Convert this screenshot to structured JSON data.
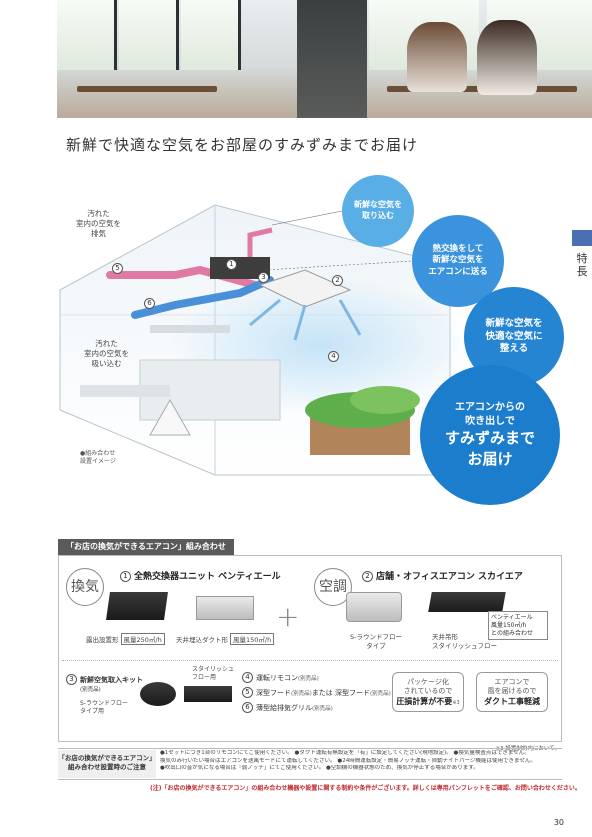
{
  "headline": "新鮮で快適な空気をお部屋のすみずみまでお届け",
  "side_tab": {
    "label": "特長",
    "color": "#4a6fb3"
  },
  "diagram": {
    "bubbles": {
      "b1": [
        "新鮮な空気を",
        "取り込む"
      ],
      "b2": [
        "熱交換をして",
        "新鮮な空気を",
        "エアコンに送る"
      ],
      "b3": [
        "新鮮な空気を",
        "快適な空気に",
        "整える"
      ],
      "b4": [
        "エアコンからの",
        "吹き出しで",
        "すみずみまで",
        "お届け"
      ]
    },
    "callout_exhaust": [
      "汚れた",
      "室内の空気を",
      "排気"
    ],
    "callout_intake": [
      "汚れた",
      "室内の空気を",
      "吸い込む"
    ],
    "image_note": [
      "●組み合わせ",
      "設置イメージ"
    ],
    "numbers": [
      "1",
      "2",
      "3",
      "4",
      "5",
      "6"
    ]
  },
  "combo": {
    "title": "「お店の換気ができるエアコン」組み合わせ",
    "ventilation_label": "換気",
    "aircon_label": "空調",
    "product1": {
      "num": "1",
      "title": "全熱交換器ユニット ベンティエール"
    },
    "product2": {
      "num": "2",
      "title": "店舗・オフィスエアコン スカイエア"
    },
    "variant_floor": {
      "label": "露出設置形",
      "air": "風量250㎥/h"
    },
    "variant_duct": {
      "label": "天井埋込ダクト形",
      "air": "風量150㎥/h"
    },
    "variant_round": [
      "S-ラウンドフロー",
      "タイプ"
    ],
    "variant_ceiling": [
      "天井吊形",
      "スタイリッシュフロー"
    ],
    "venti_note": [
      "ベンティエール",
      "風量150㎥/h",
      "との組み合わせ"
    ],
    "kit": {
      "num": "3",
      "title": "新鮮空気取入キット",
      "sub": "(別売品)",
      "type_round": [
        "S-ラウンドフロー",
        "タイプ用"
      ],
      "type_stylish": [
        "スタイリッシュ",
        "フロー用"
      ]
    },
    "items": [
      {
        "num": "4",
        "text": "運転リモコン",
        "sub": "(別売品)"
      },
      {
        "num": "5",
        "text": "深型フード",
        "sub": "(別売品)",
        "text2": "または 深型フード",
        "sub2": "(別売品)"
      },
      {
        "num": "6",
        "text": "薄型給排気グリル",
        "sub": "(別売品)"
      }
    ],
    "merit1": [
      "パッケージ化",
      "されているので",
      "圧損計算が不要"
    ],
    "merit1_sup": "※3",
    "merit2": [
      "エアコンで",
      "風を届けるので",
      "ダクト工事軽減"
    ],
    "footnote": "※3 設置制約内において。"
  },
  "caution": {
    "head": [
      "「お店の換気ができるエアコン」",
      "組み合わせ設置時のご注意"
    ],
    "lines": [
      "●1セットにつき1台のリモコンにてご使用ください。 ●ダクト運転有無設定を「有」に設定してください(現地設定)。 ●換気量検査点はできません。",
      "換気のみ行いたい場合はエアコンを送風モードにて運転してください。 ●24時間運転設定・簡易ノッチ運転・自動ナイトパージ機能は使用できません。",
      "●吹出口の音が気になる場合は「弱ノッチ」にてご使用ください。 ●空調機の機器状態のため、換気が停止する場合があります。"
    ]
  },
  "red_note": "(注)「お店の換気ができるエアコン」の組み合わせ機器や設置に関する制約や条件がございます。詳しくは専用パンフレットをご確認、お問い合わせください。",
  "page_number": "30"
}
